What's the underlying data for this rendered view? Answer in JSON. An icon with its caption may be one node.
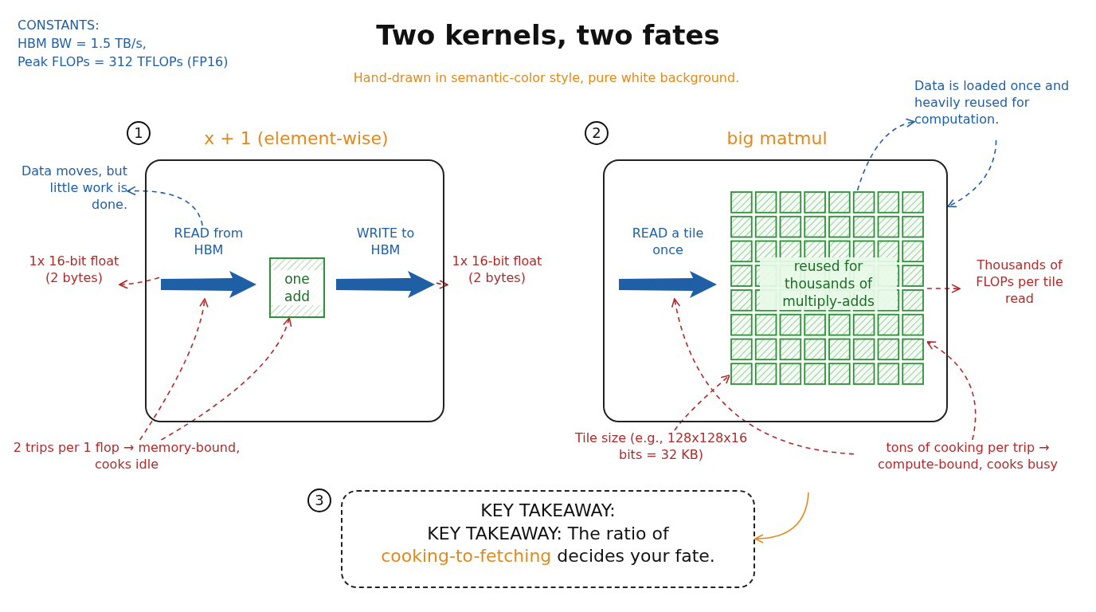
{
  "diagram": {
    "title": "Two kernels, two fates",
    "caption": "Hand-drawn in semantic-color style, pure white background.",
    "nodes": [
      {
        "text": [
          "x + 1 (element-wise)"
        ],
        "beside": [
          "1"
        ]
      },
      {
        "text": [
          "Data moves, but little work is done."
        ]
      },
      {
        "text": [
          "1x 16-bit float (2 bytes)"
        ]
      },
      {
        "text": [
          "READ from HBM"
        ],
        "in": 0
      },
      {
        "text": [
          "one add"
        ],
        "in": 0
      },
      {
        "text": [
          "WRITE to HBM"
        ],
        "in": 0
      },
      {
        "text": [
          "1x 16-bit float (2 bytes)"
        ]
      },
      {
        "text": [
          "2 trips per 1 flop → memory-bound, cooks idle"
        ]
      },
      {
        "text": [
          "big matmul"
        ],
        "beside": [
          "2"
        ]
      },
      {
        "text": [
          "Data is loaded once and heavily reused for computation."
        ]
      },
      {
        "text": [
          "READ a tile once"
        ],
        "in": 8
      },
      {
        "text": [
          "reused for thousands of multiply-adds"
        ],
        "in": 8
      },
      {
        "text": [
          "Thousands of FLOPs per tile read"
        ]
      },
      {
        "text": [
          "Tile size (e.g., 128x128x16 bits = 32 KB)"
        ]
      },
      {
        "text": [
          "tons of cooking per trip → compute-bound, cooks busy"
        ]
      },
      {
        "text": [
          "KEY TAKEAWAY:",
          "KEY TAKEAWAY: The ratio of",
          "cooking-to-fetching",
          "decides your fate."
        ],
        "beside": [
          "3"
        ]
      }
    ],
    "edges": [
      {
        "from": 3,
        "to": 1,
        "arrow": "to",
        "style": "dashed",
        "color": "#1f5fa6"
      },
      {
        "from": 3,
        "to": 2,
        "arrow": "to",
        "style": "dashed"
      },
      {
        "from": 5,
        "to": 6,
        "arrow": "to",
        "style": "dashed"
      },
      {
        "from": 7,
        "to": 3,
        "arrow": "to",
        "style": "dashed"
      },
      {
        "from": 7,
        "to": 4,
        "arrow": "to",
        "style": "dashed"
      },
      {
        "from": 11,
        "to": 9,
        "arrow": "to",
        "style": "dashed",
        "color": "#1f5fa6"
      },
      {
        "from": 9,
        "to": 8,
        "arrow": "to",
        "style": "dashed",
        "color": "#1f5fa6"
      },
      {
        "from": 11,
        "to": 12,
        "arrow": "to",
        "style": "dashed"
      },
      {
        "from": 13,
        "to": 11,
        "arrow": "to",
        "style": "dashed"
      },
      {
        "from": 14,
        "to": 10,
        "arrow": "to",
        "style": "dashed"
      },
      {
        "from": 14,
        "to": 11,
        "arrow": "to",
        "style": "dashed"
      },
      {
        "from": null,
        "to": 15,
        "arrow": "to",
        "color": "#e08a1e"
      }
    ],
    "labels": [
      "CONSTANTS:",
      "HBM BW = 1.5 TB/s,",
      "Peak FLOPs = 312 TFLOPs (FP16)"
    ]
  }
}
